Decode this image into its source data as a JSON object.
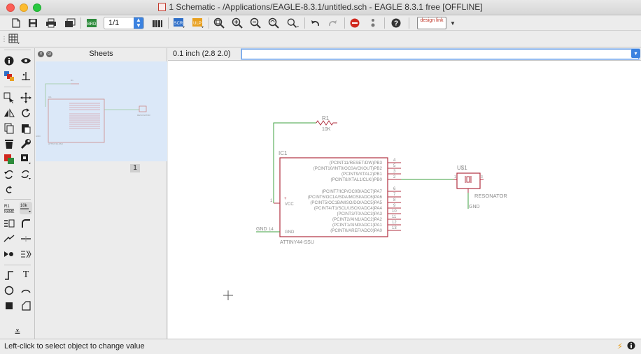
{
  "window": {
    "title": "1 Schematic - /Applications/EAGLE-8.3.1/untitled.sch - EAGLE 8.3.1 free [OFFLINE]"
  },
  "toolbar": {
    "sheet_value": "1/1",
    "designlink_label": "design link"
  },
  "sheets": {
    "title": "Sheets",
    "sheet_number": "1"
  },
  "canvas": {
    "coordinate": "0.1 inch (2.8 2.0)",
    "command_value": ""
  },
  "schematic": {
    "resistor": {
      "name": "R1",
      "value": "10K"
    },
    "ic": {
      "name": "IC1",
      "part": "ATTINY44-SSU",
      "vcc_label": "VCC",
      "gnd_label": "GND",
      "gnd_net": "GND",
      "vcc_pin": "1",
      "gnd_pin": "14",
      "pins": [
        {
          "label": "(PCINT11/RESET/DW)PB3",
          "num": "4"
        },
        {
          "label": "(PCINT10/INT0/OC0A/CKOUT)PB2",
          "num": "5"
        },
        {
          "label": "(PCINT9/XTAL2)PB1",
          "num": "3"
        },
        {
          "label": "(PCINT8/XTAL1/CLKI)PB0",
          "num": "2"
        },
        {
          "label": "(PCINT7/ICP/OC0B/ADC7)PA7",
          "num": "6"
        },
        {
          "label": "(PCINT6/OC1A/SDA/MOSI/ADC6)PA6",
          "num": "7"
        },
        {
          "label": "(PCINT5/OC1B/MISO/DO/ADC5)PA5",
          "num": "8"
        },
        {
          "label": "(PCINT4/T1/SCL/USCK/ADC4)PA4",
          "num": "9"
        },
        {
          "label": "(PCINT3/T0/ADC3)PA3",
          "num": "10"
        },
        {
          "label": "(PCINT2/AIN1/ADC2)PA2",
          "num": "11"
        },
        {
          "label": "(PCINT1/AIN0/ADC1)PA1",
          "num": "12"
        },
        {
          "label": "(PCINT0/AREF/ADC0)PA0",
          "num": "13"
        }
      ]
    },
    "resonator": {
      "name": "U$1",
      "part": "RESONATOR",
      "gnd_net": "GND",
      "pin1": "1",
      "pin3": "3"
    }
  },
  "status": {
    "message": "Left-click to select object to change value"
  },
  "colors": {
    "accent": "#3b82e0",
    "part_body": "#b03040",
    "net": "#3fa040",
    "label_text": "#8a8a8a",
    "thumb_bg": "#dbe8f8"
  }
}
